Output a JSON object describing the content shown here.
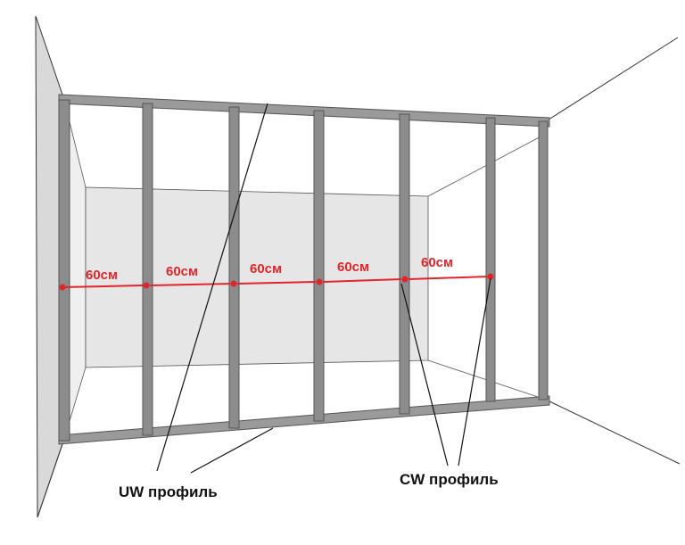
{
  "diagram": {
    "spacing_labels": [
      "60см",
      "60см",
      "60см",
      "60см",
      "60см"
    ],
    "uw_label": "UW профиль",
    "cw_label": "CW профиль"
  },
  "colors": {
    "dimension": "#e0252b",
    "profile_fill": "#8c8c8c",
    "profile_edge": "#555555",
    "back_wall": "#e6e6e6",
    "left_wall": "#d9d9d9",
    "line": "#111111"
  }
}
